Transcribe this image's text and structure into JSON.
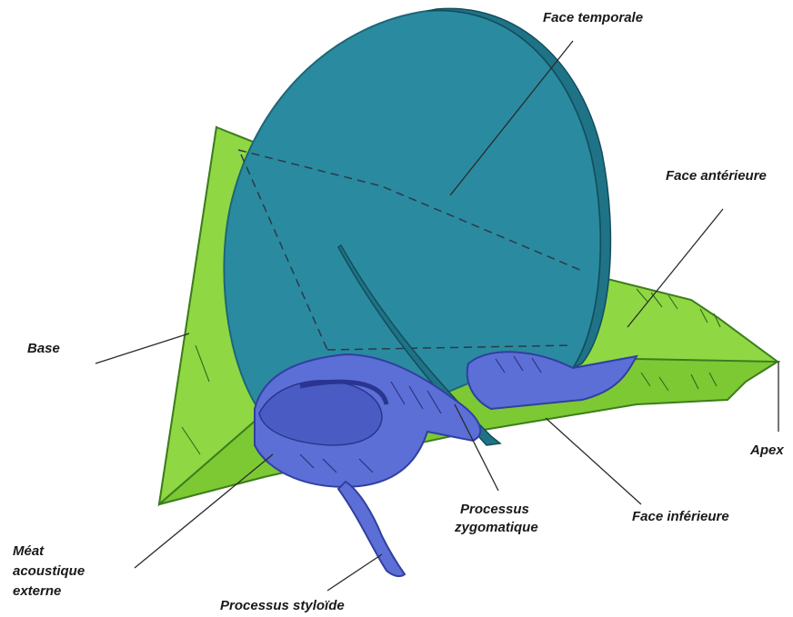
{
  "labels": {
    "face_temporale": "Face temporale",
    "face_anterieure": "Face antérieure",
    "base": "Base",
    "apex": "Apex",
    "processus_zygomatique_l1": "Processus",
    "processus_zygomatique_l2": "zygomatique",
    "face_inferieure": "Face inférieure",
    "meat_l1": "Méat",
    "meat_l2": "acoustique",
    "meat_l3": "externe",
    "processus_styloide": "Processus styloïde"
  },
  "colors": {
    "squama": "#2a8aa0",
    "squama_edge": "#1d6778",
    "pyramid": "#86d23a",
    "pyramid_edge": "#3d7d1c",
    "tympanic": "#5b6fd6",
    "tympanic_edge": "#313fa0"
  }
}
